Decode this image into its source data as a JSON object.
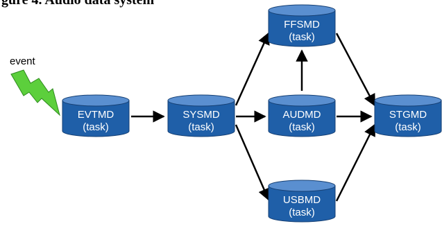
{
  "caption": "gure 4. Audio data system",
  "event_label": "event",
  "colors": {
    "cylinder_body": "#1f5fa8",
    "cylinder_top": "#5a8fd0",
    "cylinder_edge": "#153f73",
    "arrow": "#000000",
    "lightning": "#5ccf3c",
    "lightning_edge": "#2e8a1e"
  },
  "nodes": [
    {
      "id": "evtmd",
      "name": "EVTMD",
      "sub": "(task)"
    },
    {
      "id": "sysmd",
      "name": "SYSMD",
      "sub": "(task)"
    },
    {
      "id": "ffsmd",
      "name": "FFSMD",
      "sub": "(task)"
    },
    {
      "id": "audmd",
      "name": "AUDMD",
      "sub": "(task)"
    },
    {
      "id": "usbmd",
      "name": "USBMD",
      "sub": "(task)"
    },
    {
      "id": "stgmd",
      "name": "STGMD",
      "sub": "(task)"
    }
  ],
  "edges": [
    {
      "from": "evtmd",
      "to": "sysmd"
    },
    {
      "from": "sysmd",
      "to": "ffsmd"
    },
    {
      "from": "sysmd",
      "to": "audmd"
    },
    {
      "from": "sysmd",
      "to": "usbmd"
    },
    {
      "from": "audmd",
      "to": "ffsmd"
    },
    {
      "from": "ffsmd",
      "to": "stgmd"
    },
    {
      "from": "audmd",
      "to": "stgmd"
    },
    {
      "from": "usbmd",
      "to": "stgmd"
    }
  ]
}
